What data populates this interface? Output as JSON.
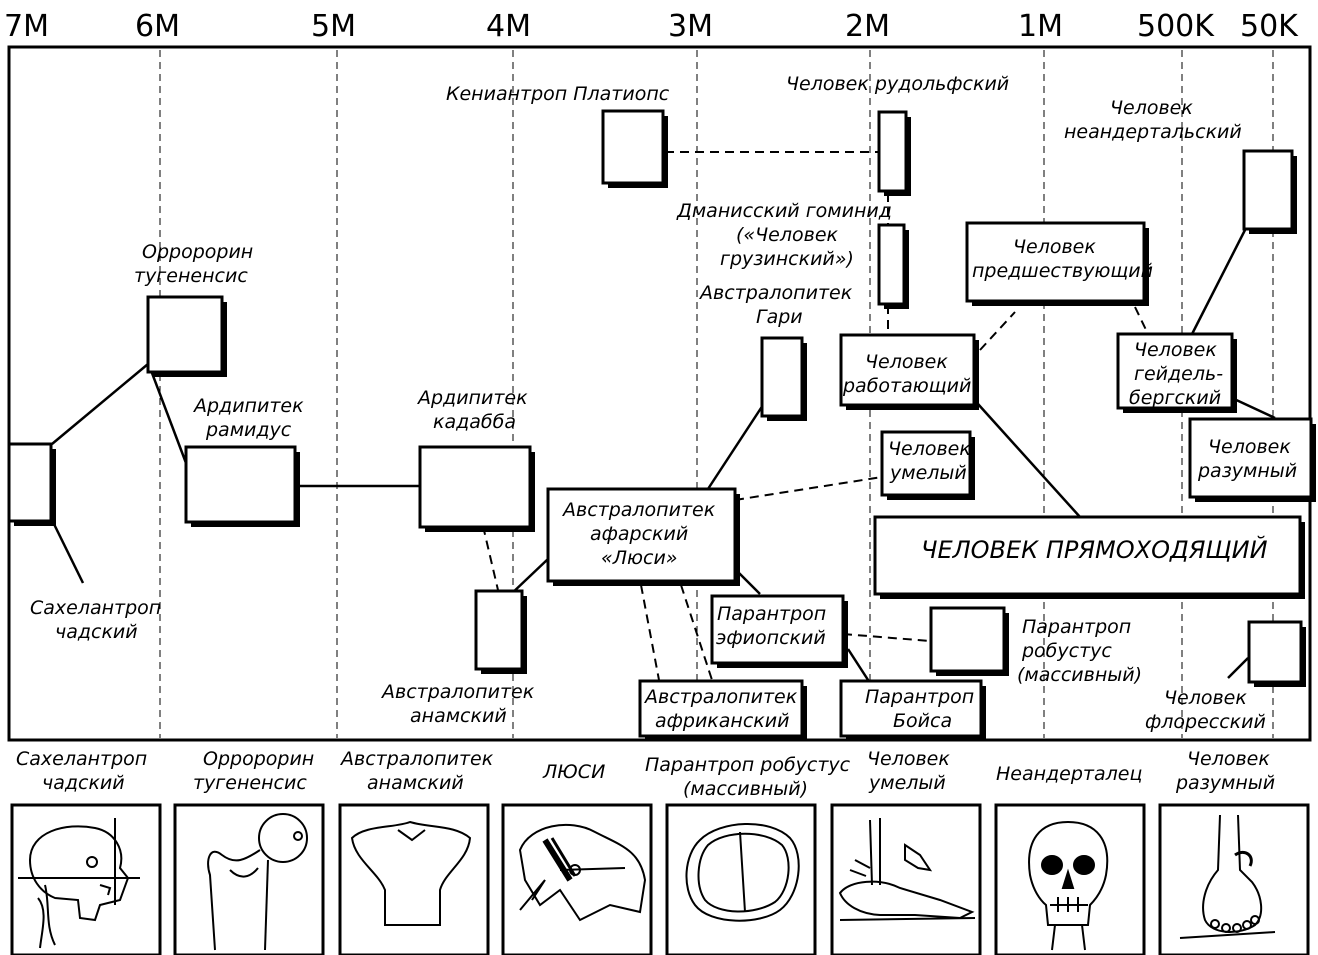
{
  "timeline": {
    "ticks": [
      "7M",
      "6M",
      "5M",
      "4M",
      "3M",
      "2M",
      "1M",
      "500K",
      "50K"
    ]
  },
  "species": {
    "kenyanthropus": "Кениантроп Платиопс",
    "rudolfensis": "Человек рудольфский",
    "neanderthalensis": [
      "Человек",
      "неандертальский"
    ],
    "orrorin": [
      "Орророрин",
      "тугененсис"
    ],
    "dmanisi": [
      "Дманисский гоминид",
      "(«Человек",
      "грузинский»)"
    ],
    "antecessor": [
      "Человек",
      "предшествующий"
    ],
    "garhi": [
      "Австралопитек",
      "Гари"
    ],
    "ramidus": [
      "Ардипитек",
      "рамидус"
    ],
    "kadabba": [
      "Ардипитек",
      "кадабба"
    ],
    "ergaster": [
      "Человек",
      "работающий"
    ],
    "heidelbergensis": [
      "Человек",
      "гейдель-",
      "бергский"
    ],
    "habilis": [
      "Человек",
      "умелый"
    ],
    "sapiens": [
      "Человек",
      "разумный"
    ],
    "afarensis": [
      "Австралопитек",
      "афарский",
      "«Люси»"
    ],
    "erectus": "ЧЕЛОВЕК ПРЯМОХОДЯЩИЙ",
    "sahelanthropus": [
      "Сахелантроп",
      "чадский"
    ],
    "aethiopicus": [
      "Парантроп",
      "эфиопский"
    ],
    "robustus": [
      "Парантроп",
      "робустус",
      "(массивный)"
    ],
    "anamensis": [
      "Австралопитек",
      "анамский"
    ],
    "africanus": [
      "Австралопитек",
      "африканский"
    ],
    "boisei": [
      "Парантроп",
      "Бойса"
    ],
    "floresiensis": [
      "Человек",
      "флоресский"
    ]
  },
  "bottom_panels": [
    {
      "caption": [
        "Сахелантроп",
        "чадский"
      ],
      "icon": "skull-side-icon"
    },
    {
      "caption": [
        "Орророрин",
        "тугененсис"
      ],
      "icon": "femur-icon"
    },
    {
      "caption": [
        "Австралопитек",
        "анамский"
      ],
      "icon": "tibia-icon"
    },
    {
      "caption": [
        "ЛЮСИ"
      ],
      "icon": "pelvis-icon"
    },
    {
      "caption": [
        "Парантроп робустус",
        "(массивный)"
      ],
      "icon": "cranium-top-icon"
    },
    {
      "caption": [
        "Человек",
        "умелый"
      ],
      "icon": "hand-foot-icon"
    },
    {
      "caption": [
        "Неандерталец"
      ],
      "icon": "skull-front-icon"
    },
    {
      "caption": [
        "Человек",
        "разумный"
      ],
      "icon": "foot-icon"
    }
  ]
}
